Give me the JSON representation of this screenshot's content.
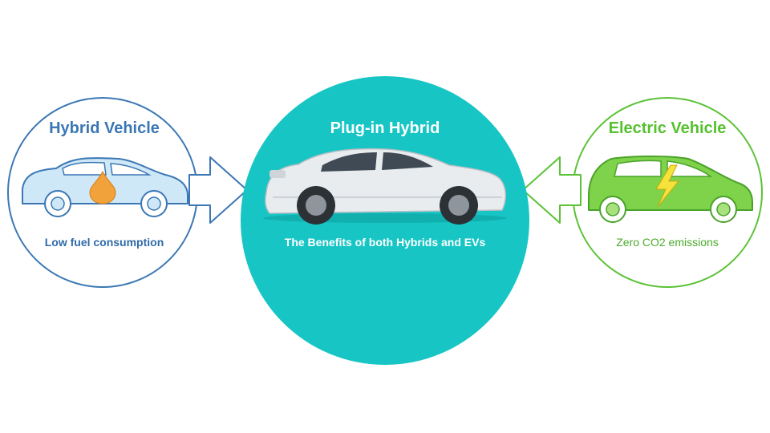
{
  "hybrid": {
    "title": "Hybrid Vehicle",
    "description": "Low fuel consumption",
    "color": "#3b77b4",
    "icon": "fuel-drop-icon"
  },
  "plugin_hybrid": {
    "title": "Plug-in Hybrid",
    "description": "The Benefits of both Hybrids and EVs",
    "color": "#17c5c5"
  },
  "electric": {
    "title": "Electric Vehicle",
    "description": "Zero CO2 emissions",
    "color": "#56c12e",
    "icon": "lightning-bolt-icon"
  }
}
